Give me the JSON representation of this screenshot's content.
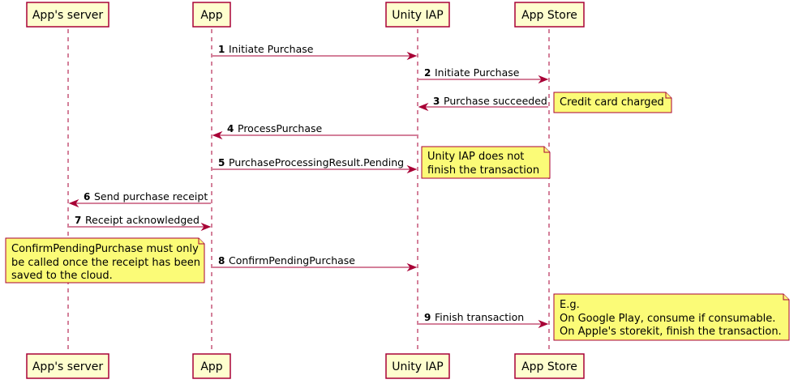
{
  "participants": [
    {
      "id": "server",
      "label": "App's server"
    },
    {
      "id": "app",
      "label": "App"
    },
    {
      "id": "iap",
      "label": "Unity IAP"
    },
    {
      "id": "store",
      "label": "App Store"
    }
  ],
  "messages": [
    {
      "num": "1",
      "text": "Initiate Purchase",
      "from": "app",
      "to": "iap"
    },
    {
      "num": "2",
      "text": "Initiate Purchase",
      "from": "iap",
      "to": "store"
    },
    {
      "num": "3",
      "text": "Purchase succeeded",
      "from": "store",
      "to": "iap"
    },
    {
      "num": "4",
      "text": "ProcessPurchase",
      "from": "iap",
      "to": "app"
    },
    {
      "num": "5",
      "text": "PurchaseProcessingResult.Pending",
      "from": "app",
      "to": "iap"
    },
    {
      "num": "6",
      "text": "Send purchase receipt",
      "from": "app",
      "to": "server"
    },
    {
      "num": "7",
      "text": "Receipt acknowledged",
      "from": "server",
      "to": "app"
    },
    {
      "num": "8",
      "text": "ConfirmPendingPurchase",
      "from": "app",
      "to": "iap"
    },
    {
      "num": "9",
      "text": "Finish transaction",
      "from": "iap",
      "to": "store"
    }
  ],
  "notes": [
    {
      "lines": [
        "Credit card charged"
      ]
    },
    {
      "lines": [
        "Unity IAP does not",
        "finish the transaction"
      ]
    },
    {
      "lines": [
        "ConfirmPendingPurchase must only",
        "be called once the receipt has been",
        "saved to the cloud."
      ]
    },
    {
      "lines": [
        "E.g.",
        "On Google Play, consume if consumable.",
        "On Apple's storekit, finish the transaction."
      ]
    }
  ],
  "colors": {
    "participant_fill": "#FEFECE",
    "border": "#A80036",
    "note_fill": "#FBFB77"
  }
}
